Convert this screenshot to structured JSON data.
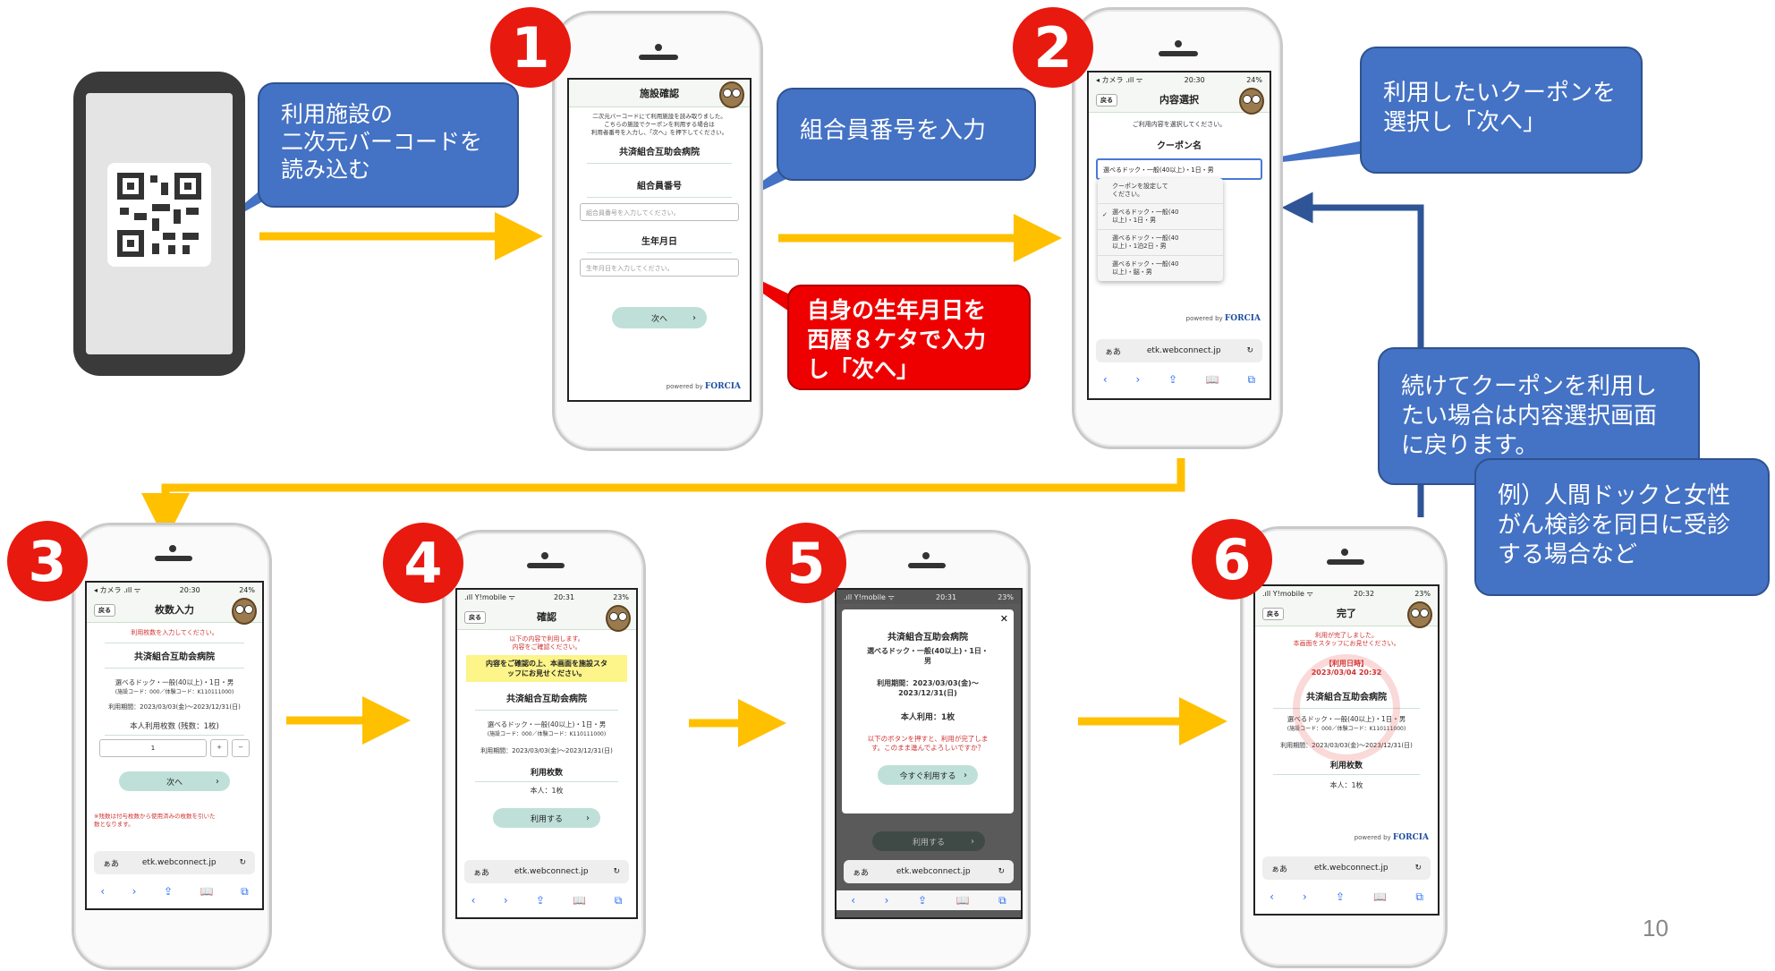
{
  "callouts": {
    "scan": "利用施設の\n二次元バーコードを\n読み込む",
    "member": "組合員番号を入力",
    "birthday": "自身の生年月日を\n西暦８ケタで入力\nし「次へ」",
    "coupon": "利用したいクーポンを\n選択し「次へ」",
    "continue": "続けてクーポンを利用し\nたい場合は内容選択画面\nに戻ります。",
    "example": "例）人間ドックと女性\nがん検診を同日に受診\nする場合など"
  },
  "badges": [
    "1",
    "2",
    "3",
    "4",
    "5",
    "6"
  ],
  "screen1": {
    "title": "施設確認",
    "intro": "二次元バーコードにて利用施設を読み取りました。\nこちらの施設でクーポンを利用する場合は\n利用者番号を入力し、「次へ」を押下してください。",
    "facility": "共済組合互助会病院",
    "member_label": "組合員番号",
    "member_placeholder": "組合員番号を入力してください。",
    "birth_label": "生年月日",
    "birth_placeholder": "生年月日を入力してください。",
    "next": "次へ",
    "powered": "powered by",
    "brand": "FORCIA"
  },
  "screen2": {
    "status_left": "◂ カメラ .ıll ᯤ",
    "time": "20:30",
    "battery": "24%",
    "back": "戻る",
    "title": "内容選択",
    "instruction": "ご利用内容を選択してください。",
    "coupon_label": "クーポン名",
    "selected": "選べるドック・一般(40以上)・1日・男",
    "options": [
      "クーポンを設定して\nください。",
      "選べるドック・一般(40\n以上)・1日・男",
      "選べるドック・一般(40\n以上)・1泊2日・男",
      "選べるドック・一般(40\n以上)・脳・男"
    ],
    "check": "✓",
    "url": "etk.webconnect.jp",
    "aa": "ぁあ",
    "powered": "powered by",
    "brand": "FORCIA"
  },
  "screen3": {
    "status_left": "◂ カメラ .ıll ᯤ",
    "time": "20:30",
    "battery": "24%",
    "back": "戻る",
    "title": "枚数入力",
    "instruction": "利用枚数を入力してください。",
    "facility": "共済組合互助会病院",
    "coupon": "選べるドック・一般(40以上)・1日・男",
    "codes": "(施設コード：000／体験コード：K110111000)",
    "period": "利用期間：2023/03/03(金)〜2023/12/31(日)",
    "count_label": "本人利用枚数 (残数：1枚)",
    "count_value": "1",
    "plus": "+",
    "minus": "−",
    "next": "次へ",
    "note": "※残数は付与枚数から使用済みの枚数を引いた\n数となります。",
    "url": "etk.webconnect.jp",
    "aa": "ぁあ"
  },
  "screen4": {
    "status_left": ".ıll Y!mobile ᯤ",
    "time": "20:31",
    "battery": "23%",
    "back": "戻る",
    "title": "確認",
    "instruction": "以下の内容で利用します。\n内容をご確認ください。",
    "highlight": "内容をご確認の上、本画面を施設スタ\nッフにお見せください。",
    "facility": "共済組合互助会病院",
    "coupon": "選べるドック・一般(40以上)・1日・男",
    "codes": "(施設コード：000／体験コード：K110111000)",
    "period": "利用期間：2023/03/03(金)〜2023/12/31(日)",
    "count_label": "利用枚数",
    "count_value": "本人：1枚",
    "use": "利用する",
    "url": "etk.webconnect.jp",
    "aa": "ぁあ"
  },
  "screen5": {
    "status_left": ".ıll Y!mobile ᯤ",
    "time": "20:31",
    "battery": "23%",
    "close": "✕",
    "facility": "共済組合互助会病院",
    "coupon": "選べるドック・一般(40以上)・1日・\n男",
    "period": "利用期間：2023/03/03(金)〜\n2023/12/31(日)",
    "self": "本人利用：1枚",
    "warning": "以下のボタンを押すと、利用が完了しま\nす。このまま進んでよろしいですか？",
    "use_now": "今すぐ利用する",
    "use": "利用する",
    "url": "etk.webconnect.jp",
    "aa": "ぁあ"
  },
  "screen6": {
    "status_left": ".ıll Y!mobile ᯤ",
    "time": "20:32",
    "battery": "23%",
    "back": "戻る",
    "title": "完了",
    "instruction": "利用が完了しました。\n本画面をスタッフにお見せください。",
    "stamp_label": "【利用日時】",
    "stamp_time": "2023/03/04 20:32",
    "facility": "共済組合互助会病院",
    "coupon": "選べるドック・一般(40以上)・1日・男",
    "codes": "(施設コード：000／体験コード：K110111000)",
    "period": "利用期間：2023/03/03(金)〜2023/12/31(日)",
    "count_label": "利用枚数",
    "count_value": "本人：1枚",
    "url": "etk.webconnect.jp",
    "aa": "ぁあ",
    "powered": "powered by",
    "brand": "FORCIA"
  },
  "toolbar_icons": [
    "‹",
    "›",
    "⇪",
    "📖",
    "⧉"
  ],
  "page_number": "10",
  "colors": {
    "arrow_yellow": "#ffc000",
    "arrow_blue": "#2f5597",
    "callout_blue": "#4472c4",
    "callout_red": "#ee0000",
    "badge_red": "#e8190f"
  }
}
